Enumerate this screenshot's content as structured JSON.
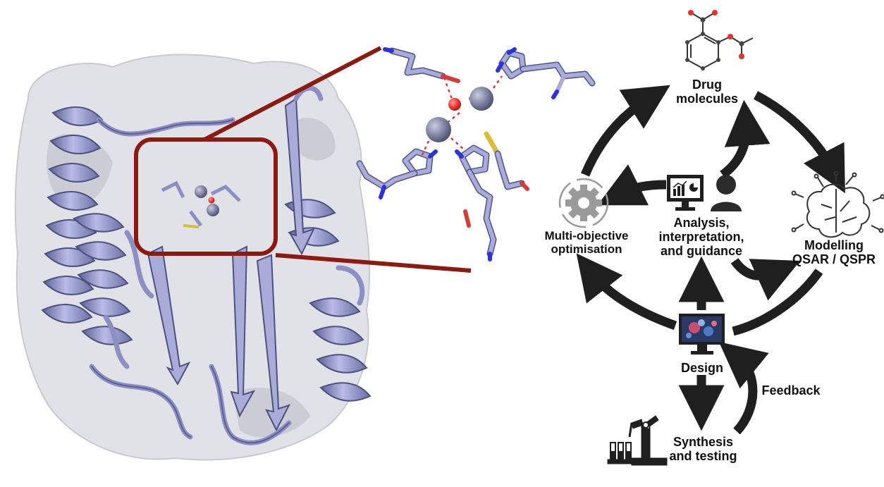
{
  "colors": {
    "protein": "#a9acd9",
    "protein_dark": "#5d6296",
    "surface": "#d9d9dd",
    "highlight_box": "#8b1a10",
    "metal": "#7b7f9e",
    "water": "#e8322e",
    "sulfur": "#d8bd3a",
    "nitrogen": "#2d33d6",
    "oxygen": "#d63b3b",
    "cycle_arrow": "#1f1f1f"
  },
  "icons": {
    "drug": "molecule-icon",
    "modelling": "brain-circuit-icon",
    "optimisation": "gear-icon",
    "analysis": "monitor-chart-icon",
    "person": "person-icon",
    "design": "monitor-design-icon",
    "synthesis": "robot-arm-icon"
  },
  "nodes": {
    "drug": {
      "line1": "Drug",
      "line2": "molecules"
    },
    "modelling": {
      "line1": "Modelling",
      "line2": "QSAR / QSPR"
    },
    "optimisation": {
      "line1": "Multi-objective",
      "line2": "optimisation"
    },
    "analysis": {
      "line1": "Analysis,",
      "line2": "interpretation,",
      "line3": "and guidance"
    },
    "design": {
      "line1": "Design"
    },
    "synthesis": {
      "line1": "Synthesis",
      "line2": "and testing"
    },
    "feedback": {
      "line1": "Feedback"
    }
  }
}
